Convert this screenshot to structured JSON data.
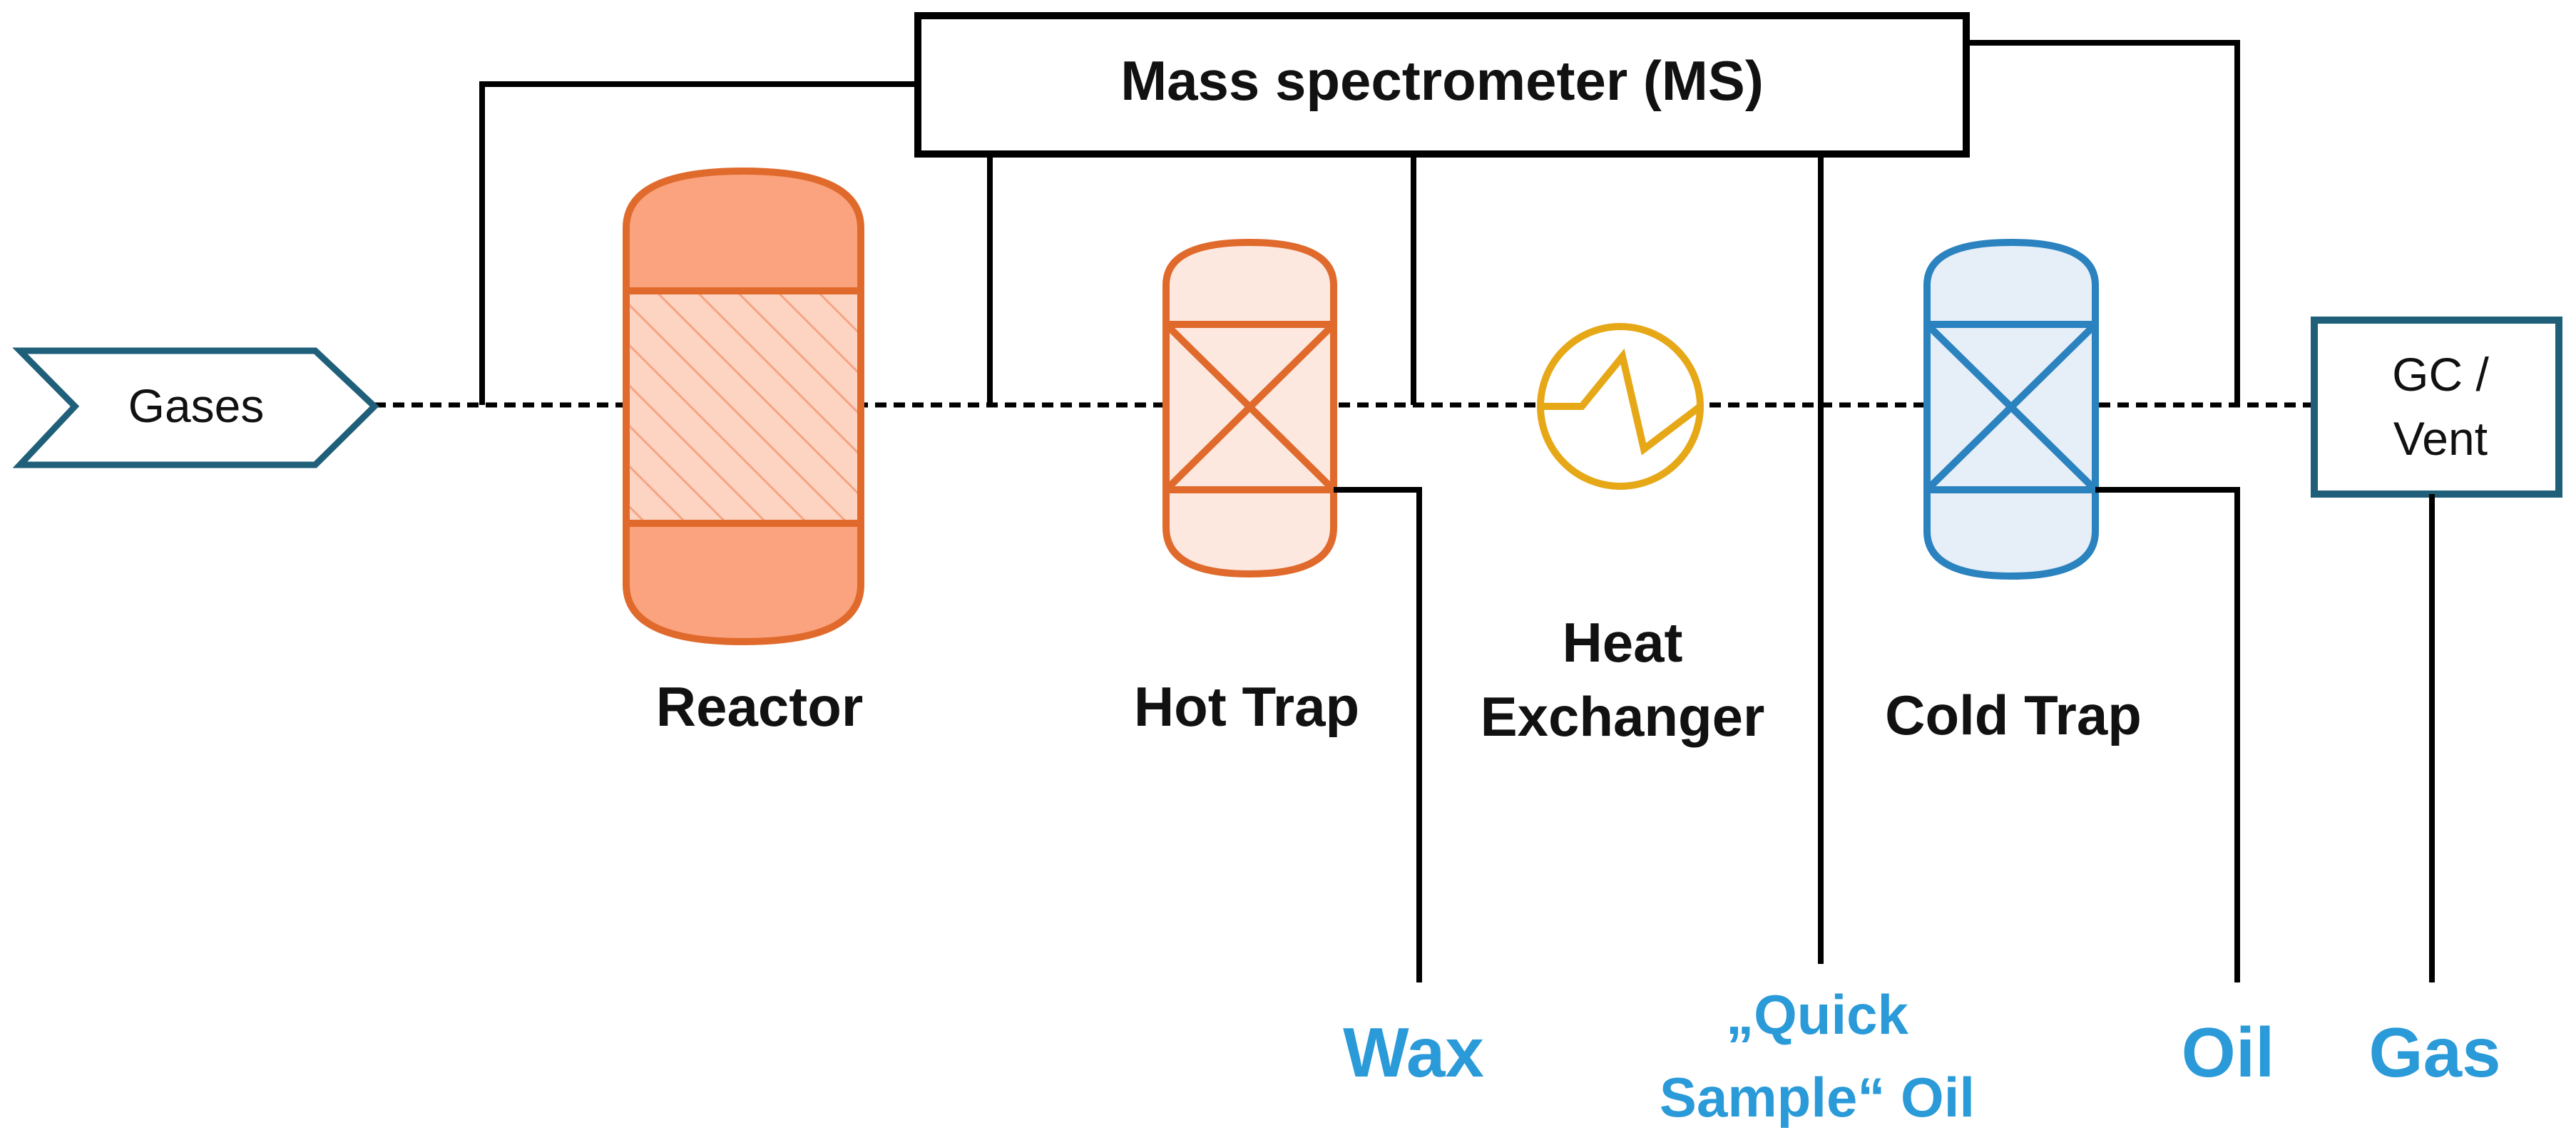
{
  "nodes": {
    "gases_label": "Gases",
    "ms_label": "Mass spectrometer (MS)",
    "reactor_label": "Reactor",
    "hot_trap_label": "Hot Trap",
    "heat_exchanger_label_line1": "Heat",
    "heat_exchanger_label_line2": "Exchanger",
    "cold_trap_label": "Cold Trap",
    "gc_vent_label_line1": "GC /",
    "gc_vent_label_line2": "Vent"
  },
  "outputs": {
    "wax": "Wax",
    "quick_sample_line1": "„Quick",
    "quick_sample_line2": "Sample“ Oil",
    "oil": "Oil",
    "gas": "Gas"
  },
  "colors": {
    "gases_border": "#1f5f7a",
    "reactor_fill": "#fba37e",
    "reactor_stroke": "#e06a2c",
    "hot_trap_fill": "#fde8e0",
    "hot_trap_stroke": "#e06a2c",
    "heat_exchanger_stroke": "#e6a817",
    "cold_trap_fill": "#e6eef8",
    "cold_trap_stroke": "#2a82bf",
    "gc_border": "#1f5f7a",
    "output_text": "#2a9ad8",
    "line": "#000000"
  }
}
